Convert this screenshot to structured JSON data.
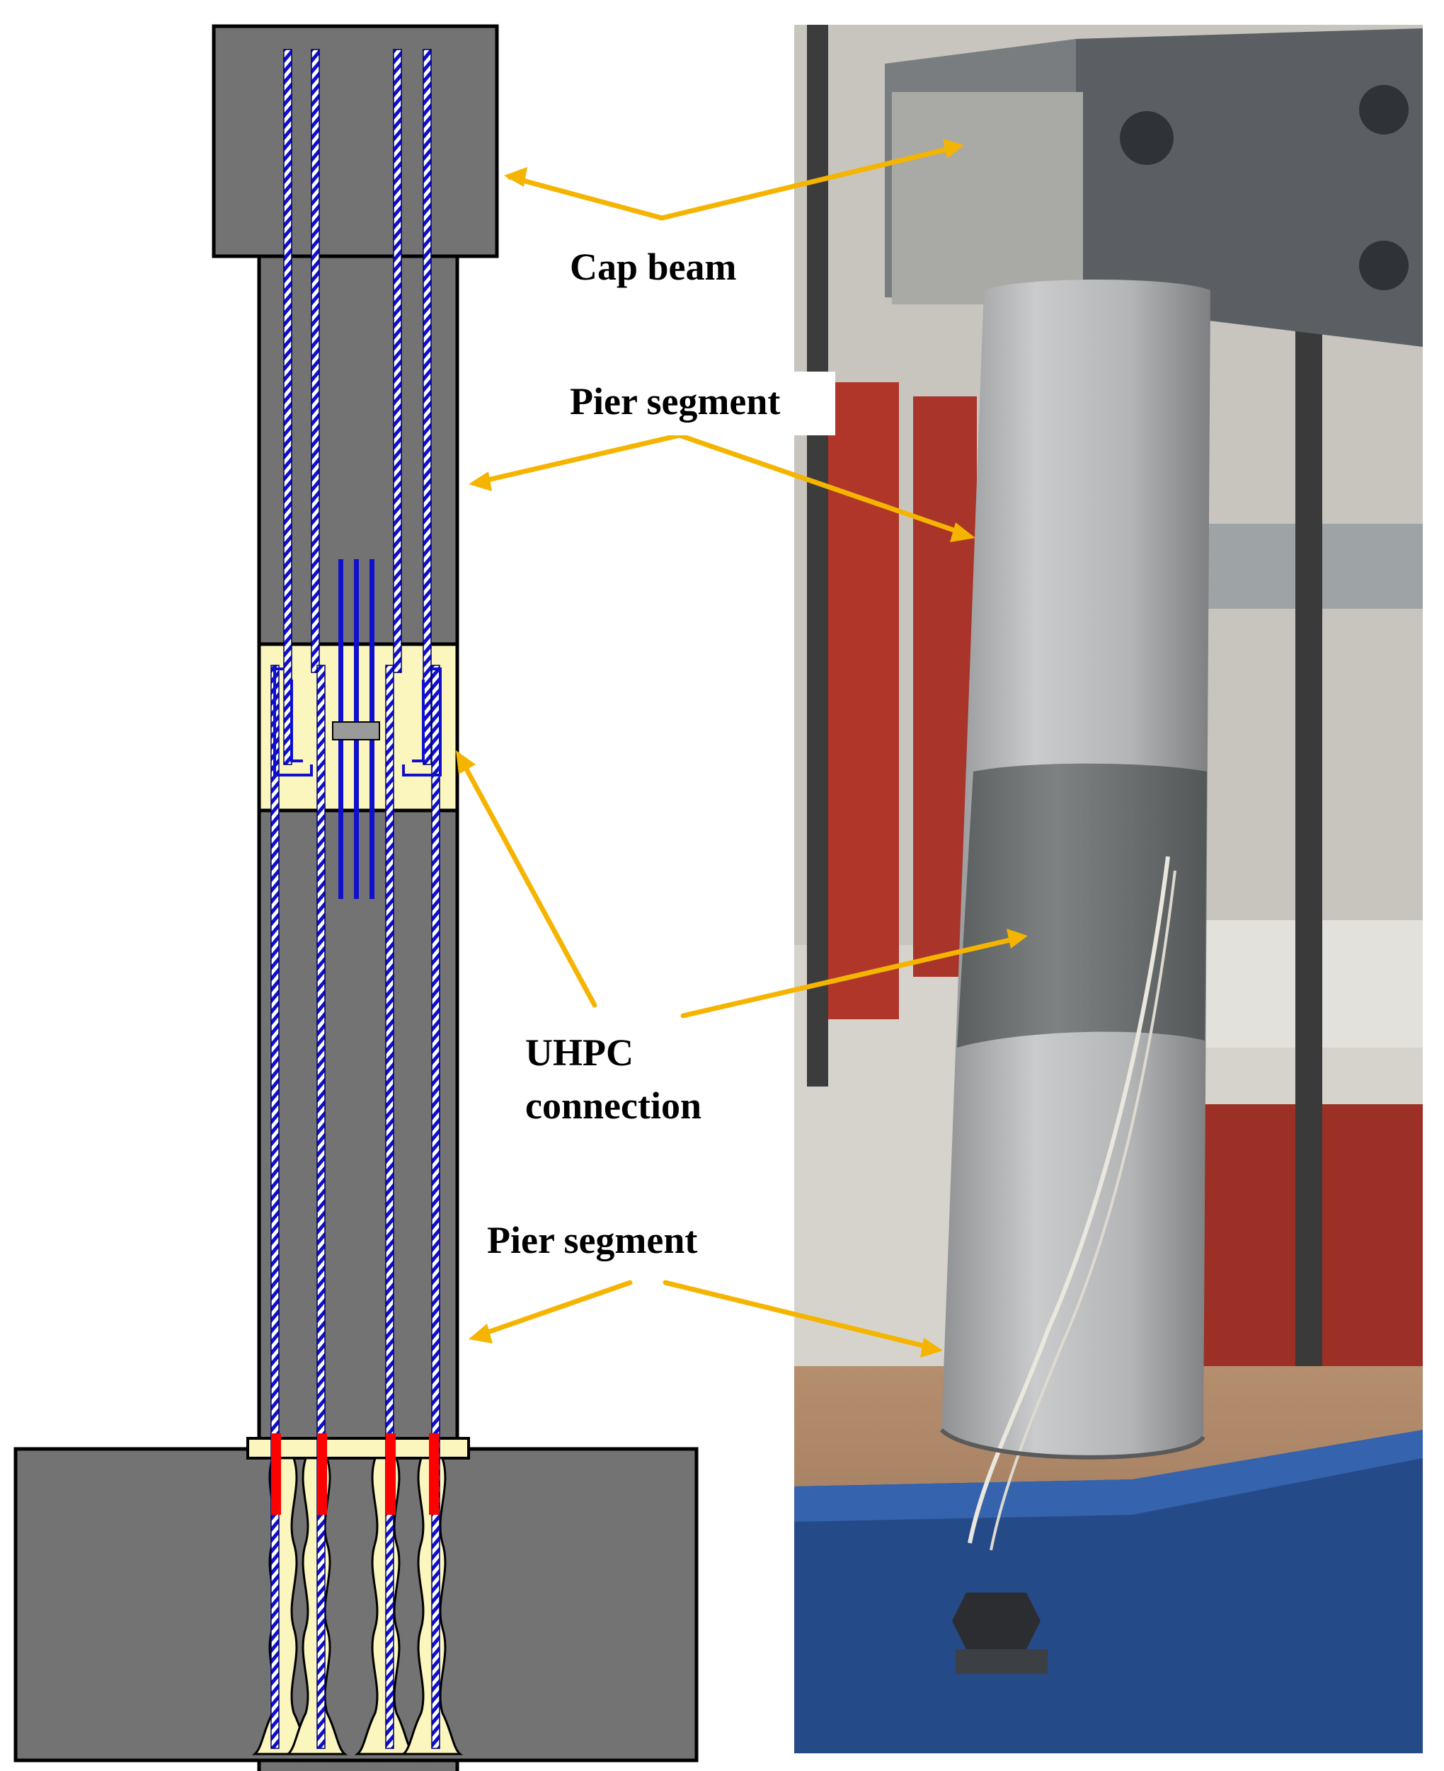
{
  "colors": {
    "concrete": "#737373",
    "uhpc": "#fbf6bd",
    "rebar": "#0000cc",
    "debonded": "#ff0000",
    "arrow": "#f5b400",
    "outline": "#000000"
  },
  "labels": {
    "cap_beam": "Cap beam",
    "pier_segment_upper": "Pier segment",
    "uhpc_line1": "UHPC",
    "uhpc_line2": "connection",
    "pier_segment_lower": "Pier segment"
  },
  "photo": {
    "subject": "laboratory test specimen of segmental pier with UHPC connection"
  }
}
